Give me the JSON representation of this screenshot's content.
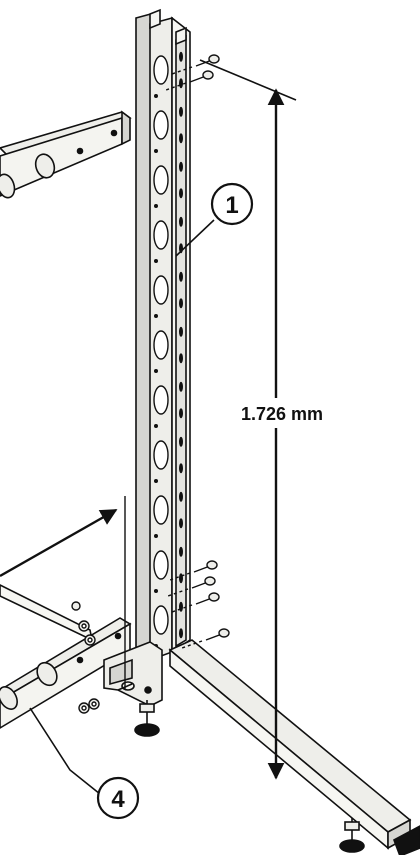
{
  "dimension": {
    "label": "1.726 mm"
  },
  "callouts": [
    {
      "number": "1"
    },
    {
      "number": "4"
    }
  ],
  "colors": {
    "line": "#111111",
    "metal_fill": "#eeeeea",
    "metal_shade": "#d6d6d2",
    "background": "#ffffff"
  }
}
